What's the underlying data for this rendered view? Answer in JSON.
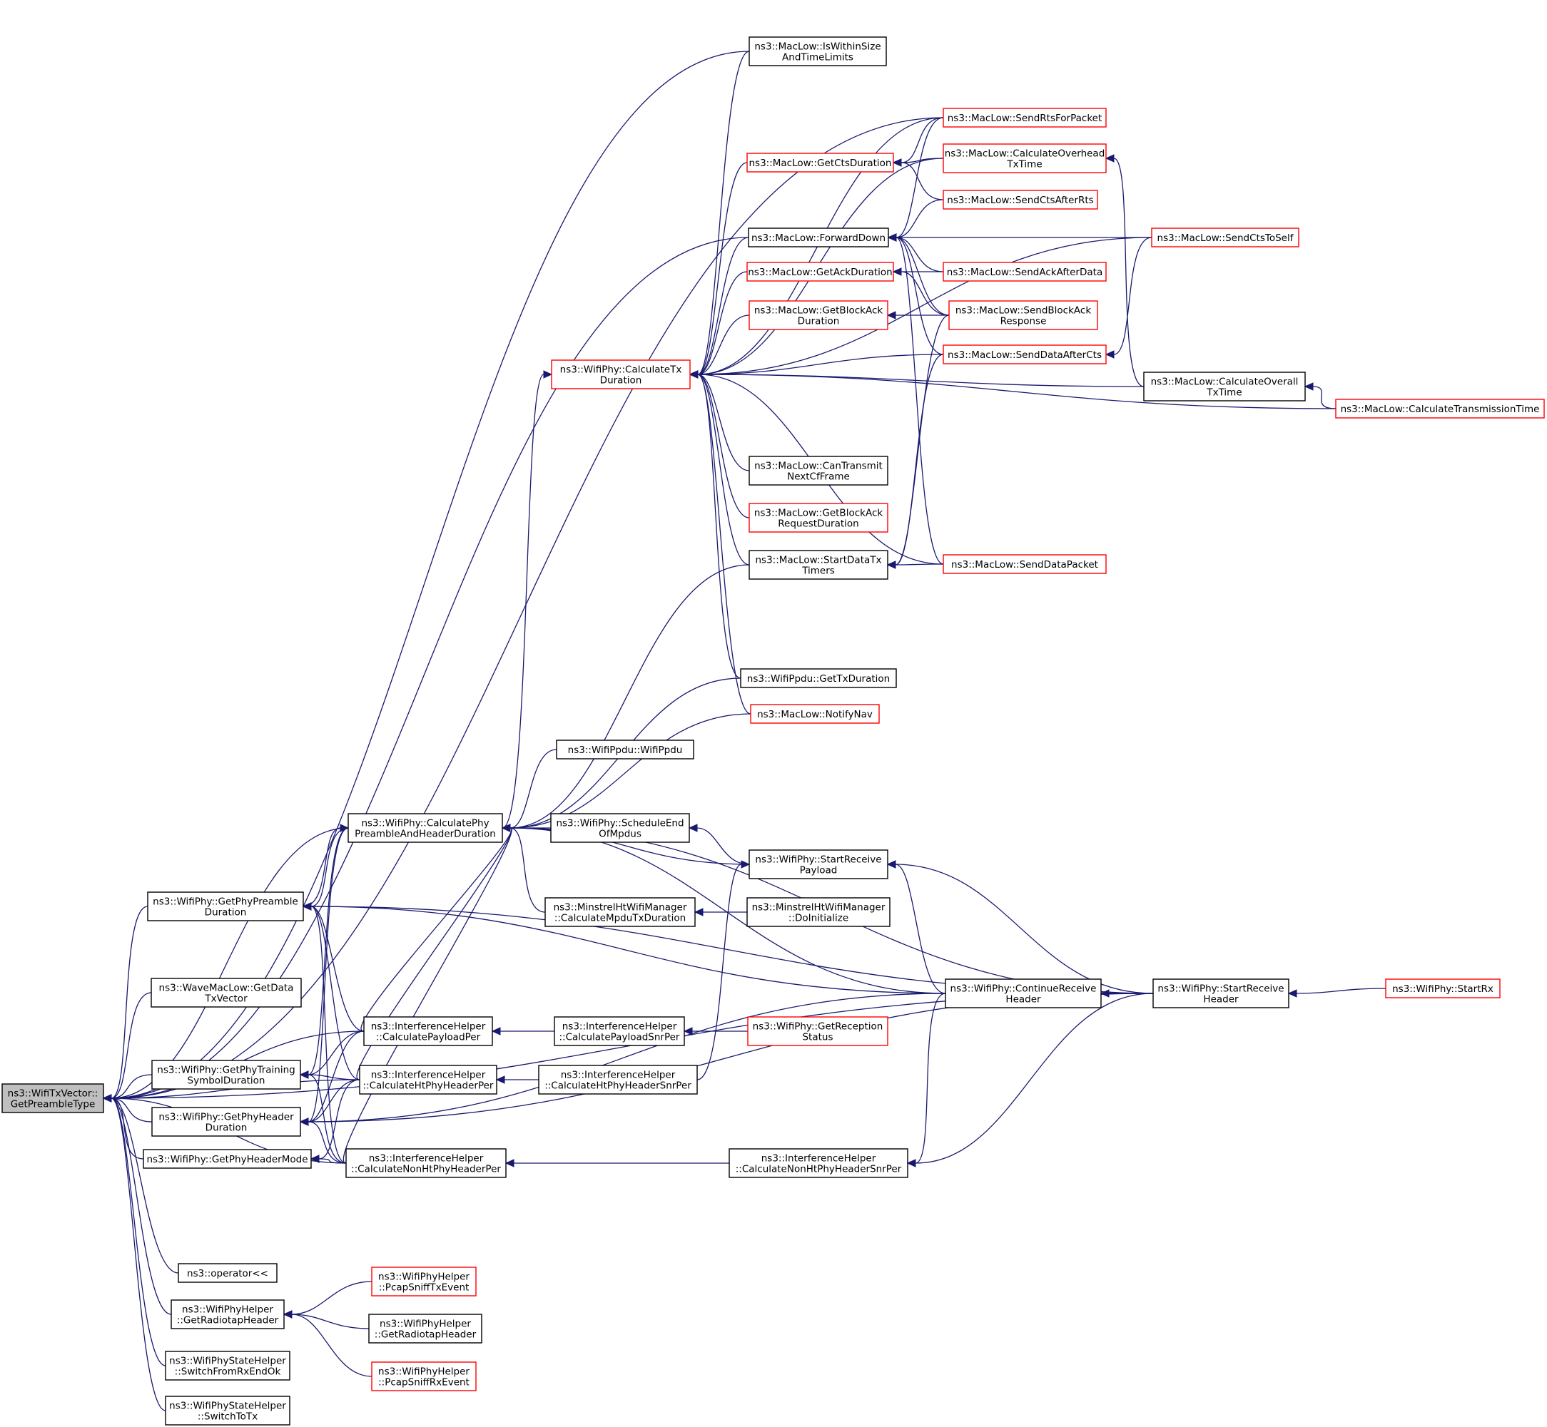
{
  "graph": {
    "colors": {
      "edge": "#191970",
      "node_border": "#000000",
      "node_border_incomplete": "#ff0000",
      "root_fill": "#bfbfbf",
      "background": "#ffffff"
    },
    "nodes": [
      {
        "id": "root",
        "lines": [
          "ns3::WifiTxVector::",
          "GetPreambleType"
        ],
        "style": "root"
      },
      {
        "id": "isWithin",
        "lines": [
          "ns3::MacLow::IsWithinSize",
          "AndTimeLimits"
        ],
        "style": "black"
      },
      {
        "id": "sendRts",
        "lines": [
          "ns3::MacLow::SendRtsForPacket"
        ],
        "style": "red"
      },
      {
        "id": "getCts",
        "lines": [
          "ns3::MacLow::GetCtsDuration"
        ],
        "style": "red"
      },
      {
        "id": "calcOverhead",
        "lines": [
          "ns3::MacLow::CalculateOverhead",
          "TxTime"
        ],
        "style": "red"
      },
      {
        "id": "sendCtsAfterRts",
        "lines": [
          "ns3::MacLow::SendCtsAfterRts"
        ],
        "style": "red"
      },
      {
        "id": "forwardDown",
        "lines": [
          "ns3::MacLow::ForwardDown"
        ],
        "style": "black"
      },
      {
        "id": "sendCtsToSelf",
        "lines": [
          "ns3::MacLow::SendCtsToSelf"
        ],
        "style": "red"
      },
      {
        "id": "getAck",
        "lines": [
          "ns3::MacLow::GetAckDuration"
        ],
        "style": "red"
      },
      {
        "id": "sendAckAfterData",
        "lines": [
          "ns3::MacLow::SendAckAfterData"
        ],
        "style": "red"
      },
      {
        "id": "getBlockAck",
        "lines": [
          "ns3::MacLow::GetBlockAck",
          "Duration"
        ],
        "style": "red"
      },
      {
        "id": "sendBlockAckResp",
        "lines": [
          "ns3::MacLow::SendBlockAck",
          "Response"
        ],
        "style": "red"
      },
      {
        "id": "calcTxDur",
        "lines": [
          "ns3::WifiPhy::CalculateTx",
          "Duration"
        ],
        "style": "red"
      },
      {
        "id": "sendDataAfterCts",
        "lines": [
          "ns3::MacLow::SendDataAfterCts"
        ],
        "style": "red"
      },
      {
        "id": "calcOverall",
        "lines": [
          "ns3::MacLow::CalculateOverall",
          "TxTime"
        ],
        "style": "black"
      },
      {
        "id": "calcTransTime",
        "lines": [
          "ns3::MacLow::CalculateTransmissionTime"
        ],
        "style": "red"
      },
      {
        "id": "canTransmit",
        "lines": [
          "ns3::MacLow::CanTransmit",
          "NextCfFrame"
        ],
        "style": "black"
      },
      {
        "id": "getBlockAckReq",
        "lines": [
          "ns3::MacLow::GetBlockAck",
          "RequestDuration"
        ],
        "style": "red"
      },
      {
        "id": "startDataTx",
        "lines": [
          "ns3::MacLow::StartDataTx",
          "Timers"
        ],
        "style": "black"
      },
      {
        "id": "sendDataPacket",
        "lines": [
          "ns3::MacLow::SendDataPacket"
        ],
        "style": "red"
      },
      {
        "id": "ppduGetTx",
        "lines": [
          "ns3::WifiPpdu::GetTxDuration"
        ],
        "style": "black"
      },
      {
        "id": "notifyNav",
        "lines": [
          "ns3::MacLow::NotifyNav"
        ],
        "style": "red"
      },
      {
        "id": "ppduCtor",
        "lines": [
          "ns3::WifiPpdu::WifiPpdu"
        ],
        "style": "black"
      },
      {
        "id": "calcPhyPre",
        "lines": [
          "ns3::WifiPhy::CalculatePhy",
          "PreambleAndHeaderDuration"
        ],
        "style": "black"
      },
      {
        "id": "schedEnd",
        "lines": [
          "ns3::WifiPhy::ScheduleEnd",
          "OfMpdus"
        ],
        "style": "black"
      },
      {
        "id": "startRecvPayload",
        "lines": [
          "ns3::WifiPhy::StartReceive",
          "Payload"
        ],
        "style": "black"
      },
      {
        "id": "getPhyPre",
        "lines": [
          "ns3::WifiPhy::GetPhyPreamble",
          "Duration"
        ],
        "style": "black"
      },
      {
        "id": "minstrelCalc",
        "lines": [
          "ns3::MinstrelHtWifiManager",
          "::CalculateMpduTxDuration"
        ],
        "style": "black"
      },
      {
        "id": "minstrelInit",
        "lines": [
          "ns3::MinstrelHtWifiManager",
          "::DoInitialize"
        ],
        "style": "black"
      },
      {
        "id": "waveMac",
        "lines": [
          "ns3::WaveMacLow::GetData",
          "TxVector"
        ],
        "style": "black"
      },
      {
        "id": "contRecvHdr",
        "lines": [
          "ns3::WifiPhy::ContinueReceive",
          "Header"
        ],
        "style": "black"
      },
      {
        "id": "startRecvHdr",
        "lines": [
          "ns3::WifiPhy::StartReceive",
          "Header"
        ],
        "style": "black"
      },
      {
        "id": "startRx",
        "lines": [
          "ns3::WifiPhy::StartRx"
        ],
        "style": "red"
      },
      {
        "id": "ihPayloadPer",
        "lines": [
          "ns3::InterferenceHelper",
          "::CalculatePayloadPer"
        ],
        "style": "black"
      },
      {
        "id": "ihPayloadSnr",
        "lines": [
          "ns3::InterferenceHelper",
          "::CalculatePayloadSnrPer"
        ],
        "style": "black"
      },
      {
        "id": "getRecStatus",
        "lines": [
          "ns3::WifiPhy::GetReception",
          "Status"
        ],
        "style": "red"
      },
      {
        "id": "getTraining",
        "lines": [
          "ns3::WifiPhy::GetPhyTraining",
          "SymbolDuration"
        ],
        "style": "black"
      },
      {
        "id": "ihHtPer",
        "lines": [
          "ns3::InterferenceHelper",
          "::CalculateHtPhyHeaderPer"
        ],
        "style": "black"
      },
      {
        "id": "ihHtSnr",
        "lines": [
          "ns3::InterferenceHelper",
          "::CalculateHtPhyHeaderSnrPer"
        ],
        "style": "black"
      },
      {
        "id": "getPhyHdr",
        "lines": [
          "ns3::WifiPhy::GetPhyHeader",
          "Duration"
        ],
        "style": "black"
      },
      {
        "id": "getPhyHdrMode",
        "lines": [
          "ns3::WifiPhy::GetPhyHeaderMode"
        ],
        "style": "black"
      },
      {
        "id": "ihNonHtPer",
        "lines": [
          "ns3::InterferenceHelper",
          "::CalculateNonHtPhyHeaderPer"
        ],
        "style": "black"
      },
      {
        "id": "ihNonHtSnr",
        "lines": [
          "ns3::InterferenceHelper",
          "::CalculateNonHtPhyHeaderSnrPer"
        ],
        "style": "black"
      },
      {
        "id": "operatorLL",
        "lines": [
          "ns3::operator<<"
        ],
        "style": "black"
      },
      {
        "id": "helperRadiotap",
        "lines": [
          "ns3::WifiPhyHelper",
          "::GetRadiotapHeader"
        ],
        "style": "black"
      },
      {
        "id": "pcapTx",
        "lines": [
          "ns3::WifiPhyHelper",
          "::PcapSniffTxEvent"
        ],
        "style": "red"
      },
      {
        "id": "helperRadiotap2",
        "lines": [
          "ns3::WifiPhyHelper",
          "::GetRadiotapHeader"
        ],
        "style": "black"
      },
      {
        "id": "pcapRx",
        "lines": [
          "ns3::WifiPhyHelper",
          "::PcapSniffRxEvent"
        ],
        "style": "red"
      },
      {
        "id": "switchFromRx",
        "lines": [
          "ns3::WifiPhyStateHelper",
          "::SwitchFromRxEndOk"
        ],
        "style": "black"
      },
      {
        "id": "switchToTx",
        "lines": [
          "ns3::WifiPhyStateHelper",
          "::SwitchToTx"
        ],
        "style": "black"
      }
    ],
    "edges": [
      [
        "isWithin",
        "root"
      ],
      [
        "sendRts",
        "root"
      ],
      [
        "forwardDown",
        "root"
      ],
      [
        "calcPhyPre",
        "root"
      ],
      [
        "getPhyPre",
        "root"
      ],
      [
        "waveMac",
        "root"
      ],
      [
        "ihPayloadPer",
        "root"
      ],
      [
        "getTraining",
        "root"
      ],
      [
        "getPhyHdr",
        "root"
      ],
      [
        "getPhyHdrMode",
        "root"
      ],
      [
        "ihHtPer",
        "root"
      ],
      [
        "ihNonHtPer",
        "root"
      ],
      [
        "startRecvHdr",
        "root"
      ],
      [
        "operatorLL",
        "root"
      ],
      [
        "helperRadiotap",
        "root"
      ],
      [
        "switchFromRx",
        "root"
      ],
      [
        "switchToTx",
        "root"
      ],
      [
        "isWithin",
        "calcTxDur"
      ],
      [
        "sendRts",
        "calcTxDur"
      ],
      [
        "getCts",
        "calcTxDur"
      ],
      [
        "calcOverhead",
        "calcTxDur"
      ],
      [
        "forwardDown",
        "calcTxDur"
      ],
      [
        "getAck",
        "calcTxDur"
      ],
      [
        "getBlockAck",
        "calcTxDur"
      ],
      [
        "sendDataAfterCts",
        "calcTxDur"
      ],
      [
        "calcOverall",
        "calcTxDur"
      ],
      [
        "calcTransTime",
        "calcTxDur"
      ],
      [
        "canTransmit",
        "calcTxDur"
      ],
      [
        "getBlockAckReq",
        "calcTxDur"
      ],
      [
        "startDataTx",
        "calcTxDur"
      ],
      [
        "sendDataPacket",
        "calcTxDur"
      ],
      [
        "ppduGetTx",
        "calcTxDur"
      ],
      [
        "notifyNav",
        "calcTxDur"
      ],
      [
        "calcPhyPre",
        "calcTxDur"
      ],
      [
        "sendCtsToSelf",
        "calcTxDur"
      ],
      [
        "sendRts",
        "getCts"
      ],
      [
        "calcOverhead",
        "getCts"
      ],
      [
        "sendCtsAfterRts",
        "getCts"
      ],
      [
        "sendRts",
        "forwardDown"
      ],
      [
        "sendCtsAfterRts",
        "forwardDown"
      ],
      [
        "sendCtsToSelf",
        "forwardDown"
      ],
      [
        "sendAckAfterData",
        "forwardDown"
      ],
      [
        "sendBlockAckResp",
        "forwardDown"
      ],
      [
        "sendDataAfterCts",
        "forwardDown"
      ],
      [
        "sendDataPacket",
        "forwardDown"
      ],
      [
        "sendAckAfterData",
        "getAck"
      ],
      [
        "sendBlockAckResp",
        "getAck"
      ],
      [
        "sendBlockAckResp",
        "getBlockAck"
      ],
      [
        "sendCtsToSelf",
        "sendDataAfterCts"
      ],
      [
        "calcOverall",
        "calcOverhead"
      ],
      [
        "calcTransTime",
        "calcOverall"
      ],
      [
        "sendDataPacket",
        "startDataTx"
      ],
      [
        "sendBlockAckResp",
        "startDataTx"
      ],
      [
        "sendDataAfterCts",
        "startDataTx"
      ],
      [
        "startDataTx",
        "calcPhyPre"
      ],
      [
        "ppduGetTx",
        "calcPhyPre"
      ],
      [
        "notifyNav",
        "calcPhyPre"
      ],
      [
        "ppduCtor",
        "calcPhyPre"
      ],
      [
        "schedEnd",
        "calcPhyPre"
      ],
      [
        "startRecvPayload",
        "calcPhyPre"
      ],
      [
        "minstrelCalc",
        "calcPhyPre"
      ],
      [
        "contRecvHdr",
        "calcPhyPre"
      ],
      [
        "startRecvHdr",
        "calcPhyPre"
      ],
      [
        "getPhyPre",
        "calcPhyPre"
      ],
      [
        "ihPayloadPer",
        "calcPhyPre"
      ],
      [
        "ihHtPer",
        "calcPhyPre"
      ],
      [
        "ihNonHtPer",
        "calcPhyPre"
      ],
      [
        "startRecvPayload",
        "schedEnd"
      ],
      [
        "minstrelInit",
        "minstrelCalc"
      ],
      [
        "contRecvHdr",
        "startRecvPayload"
      ],
      [
        "startRecvHdr",
        "startRecvPayload"
      ],
      [
        "ihHtSnr",
        "startRecvPayload"
      ],
      [
        "startRecvHdr",
        "contRecvHdr"
      ],
      [
        "startRx",
        "startRecvHdr"
      ],
      [
        "calcPhyPre",
        "getPhyPre"
      ],
      [
        "startRecvHdr",
        "getPhyPre"
      ],
      [
        "contRecvHdr",
        "getPhyPre"
      ],
      [
        "ihPayloadPer",
        "getPhyPre"
      ],
      [
        "ihHtPer",
        "getPhyPre"
      ],
      [
        "ihNonHtPer",
        "getPhyPre"
      ],
      [
        "ihPayloadSnr",
        "ihPayloadPer"
      ],
      [
        "getRecStatus",
        "ihPayloadSnr"
      ],
      [
        "calcPhyPre",
        "getTraining"
      ],
      [
        "ihPayloadPer",
        "getTraining"
      ],
      [
        "ihHtPer",
        "getTraining"
      ],
      [
        "ihNonHtPer",
        "getTraining"
      ],
      [
        "ihHtSnr",
        "ihHtPer"
      ],
      [
        "calcPhyPre",
        "getPhyHdr"
      ],
      [
        "ihHtPer",
        "getPhyHdr"
      ],
      [
        "ihNonHtPer",
        "getPhyHdr"
      ],
      [
        "contRecvHdr",
        "getPhyHdr"
      ],
      [
        "startRecvHdr",
        "getPhyHdr"
      ],
      [
        "ihPayloadPer",
        "getPhyHdr"
      ],
      [
        "ihNonHtPer",
        "getPhyHdrMode"
      ],
      [
        "ihHtPer",
        "getPhyHdrMode"
      ],
      [
        "ihNonHtSnr",
        "ihNonHtPer"
      ],
      [
        "contRecvHdr",
        "ihNonHtSnr"
      ],
      [
        "startRecvHdr",
        "ihNonHtSnr"
      ],
      [
        "pcapTx",
        "helperRadiotap"
      ],
      [
        "helperRadiotap2",
        "helperRadiotap"
      ],
      [
        "pcapRx",
        "helperRadiotap"
      ]
    ]
  }
}
